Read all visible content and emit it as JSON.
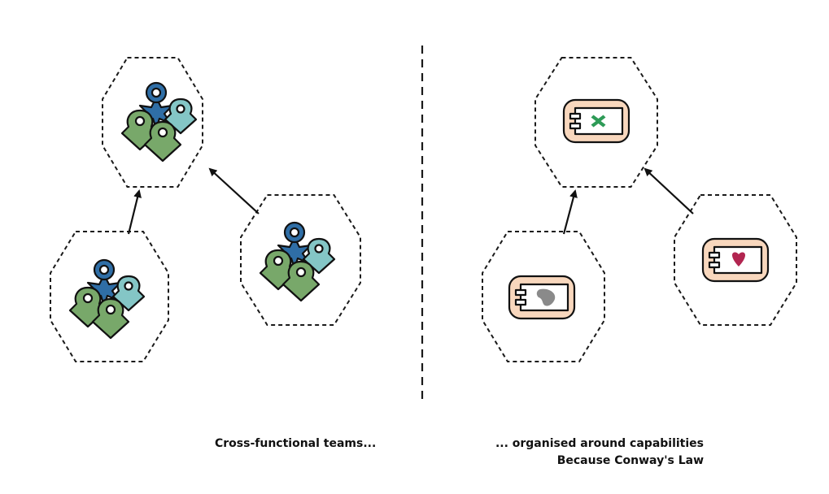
{
  "captions": {
    "left": "Cross-functional teams...",
    "right_line1": "... organised around capabilities",
    "right_line2": "Because Conway's Law"
  },
  "colors": {
    "team_blue": "#2f6ea6",
    "team_green": "#78a86a",
    "team_teal": "#84c6c6",
    "component_bg": "#f8d7bd",
    "glyph_green": "#2e9b57",
    "glyph_red": "#b22550",
    "glyph_gray": "#8a8a8a"
  },
  "icons": {
    "team": "people-cluster-icon",
    "component": "component-box-icon",
    "glyph_1": "cross-glyph-icon",
    "glyph_2": "heart-glyph-icon",
    "glyph_3": "blob-glyph-icon"
  }
}
